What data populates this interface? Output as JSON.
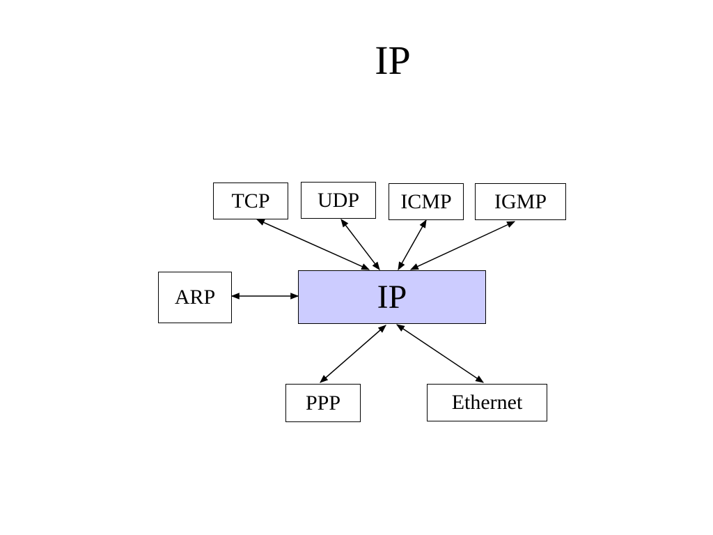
{
  "slide": {
    "title": "IP"
  },
  "diagram": {
    "center": {
      "label": "IP",
      "fill": "#ccccff"
    },
    "upper_protocols": [
      {
        "key": "tcp",
        "label": "TCP"
      },
      {
        "key": "udp",
        "label": "UDP"
      },
      {
        "key": "icmp",
        "label": "ICMP"
      },
      {
        "key": "igmp",
        "label": "IGMP"
      }
    ],
    "side_protocols": [
      {
        "key": "arp",
        "label": "ARP"
      }
    ],
    "lower_protocols": [
      {
        "key": "ppp",
        "label": "PPP"
      },
      {
        "key": "ethernet",
        "label": "Ethernet"
      }
    ],
    "connections": [
      {
        "from": "tcp",
        "to": "ip",
        "arrows": "both"
      },
      {
        "from": "udp",
        "to": "ip",
        "arrows": "both"
      },
      {
        "from": "icmp",
        "to": "ip",
        "arrows": "both"
      },
      {
        "from": "igmp",
        "to": "ip",
        "arrows": "both"
      },
      {
        "from": "arp",
        "to": "ip",
        "arrows": "both"
      },
      {
        "from": "ppp",
        "to": "ip",
        "arrows": "both"
      },
      {
        "from": "ethernet",
        "to": "ip",
        "arrows": "both"
      }
    ],
    "line_color": "#000000"
  }
}
